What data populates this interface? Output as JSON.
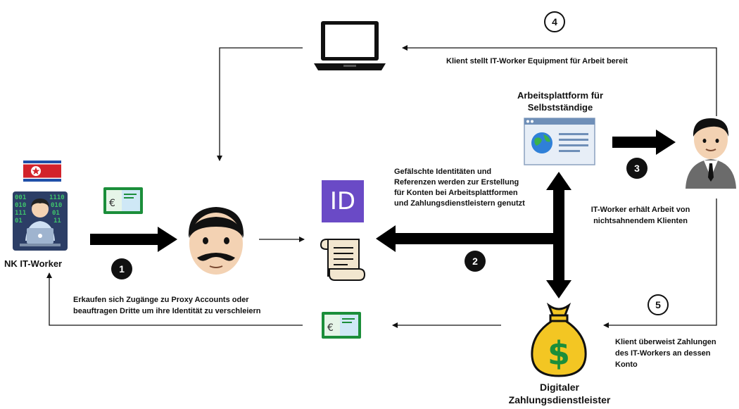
{
  "steps": {
    "s1": "1",
    "s2": "2",
    "s3": "3",
    "s4": "4",
    "s5": "5"
  },
  "labels": {
    "nk_worker": "NK IT-Worker",
    "platform_line1": "Arbeitsplattform für",
    "platform_line2": "Selbstständige",
    "payment_line1": "Digitaler",
    "payment_line2": "Zahlungsdienstleister",
    "id_badge": "ID"
  },
  "texts": {
    "step4": "Klient stellt IT-Worker Equipment für Arbeit bereit",
    "step2_line1": "Gefälschte Identitäten und",
    "step2_line2": "Referenzen werden zur Erstellung",
    "step2_line3": "für Konten bei Arbeitsplattformen",
    "step2_line4": "und Zahlungsdienstleistern genutzt",
    "step3_line1": "IT-Worker erhält Arbeit von",
    "step3_line2": "nichtsahnendem Klienten",
    "step1_line1": "Erkaufen sich Zugänge zu Proxy Accounts oder",
    "step1_line2": "beauftragen Dritte um ihre Identität zu verschleiern",
    "step5_line1": "Klient überweist Zahlungen",
    "step5_line2": "des IT-Workers an dessen",
    "step5_line3": "Konto"
  },
  "icons": {
    "flag": "north-korea-flag-icon",
    "hacker": "hacker-icon",
    "money_card": "banknote-icon",
    "proxy": "mustache-man-icon",
    "laptop": "laptop-icon",
    "id_card": "id-badge-icon",
    "document": "scroll-icon",
    "website": "web-browser-icon",
    "client": "businessman-icon",
    "moneybag": "money-bag-icon"
  },
  "colors": {
    "flag_blue": "#1f4fa8",
    "flag_red": "#d2222a",
    "id_purple": "#6a4ac6",
    "money_green": "#1b8e3a",
    "bag_gold": "#f3c623",
    "hacker_bg": "#2c3e66",
    "hacker_code": "#3fc36b"
  }
}
